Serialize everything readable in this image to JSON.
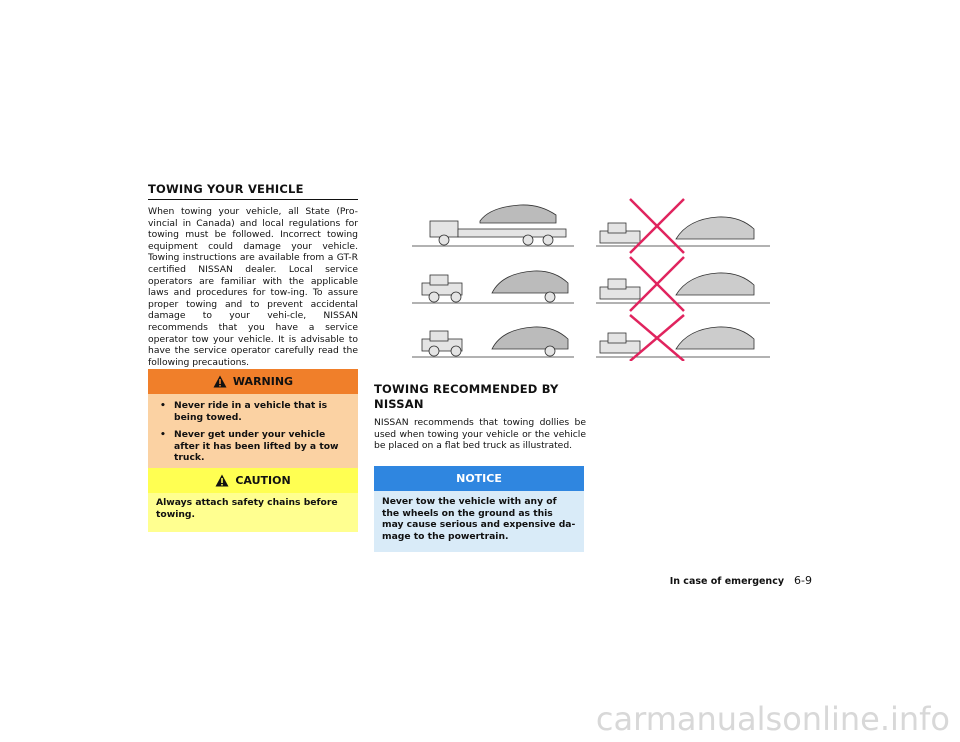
{
  "section": {
    "title": "TOWING YOUR VEHICLE",
    "body": "When towing your vehicle, all State (Pro-vincial in Canada) and local regulations for towing must be followed. Incorrect towing equipment could damage your vehicle. Towing instructions are available from a GT-R certified NISSAN dealer. Local service operators are familiar with the applicable laws and procedures for tow-ing. To assure proper towing and to prevent accidental damage to your vehi-cle, NISSAN recommends that you have a service operator tow your vehicle. It is advisable to have the service operator carefully read the following precautions."
  },
  "warning": {
    "label": "WARNING",
    "items": [
      "Never ride in a vehicle that is being towed.",
      "Never get under your vehicle after it has been lifted by a tow truck."
    ],
    "color": "#f07f2a"
  },
  "caution": {
    "label": "CAUTION",
    "text": "Always attach safety chains before towing.",
    "color": "#ffff52"
  },
  "recommended": {
    "title": "TOWING RECOMMENDED BY NISSAN",
    "body": "NISSAN recommends that towing dollies be used when towing your vehicle or the vehicle be placed on a flat bed truck as illustrated."
  },
  "notice": {
    "label": "NOTICE",
    "text": "Never tow the vehicle with any of the wheels on the ground as this may cause serious and expensive da-mage to the powertrain.",
    "color": "#2f86e0"
  },
  "footer": {
    "chapter": "In case of emergency",
    "page": "6-9"
  },
  "watermark": "carmanualsonline.info"
}
